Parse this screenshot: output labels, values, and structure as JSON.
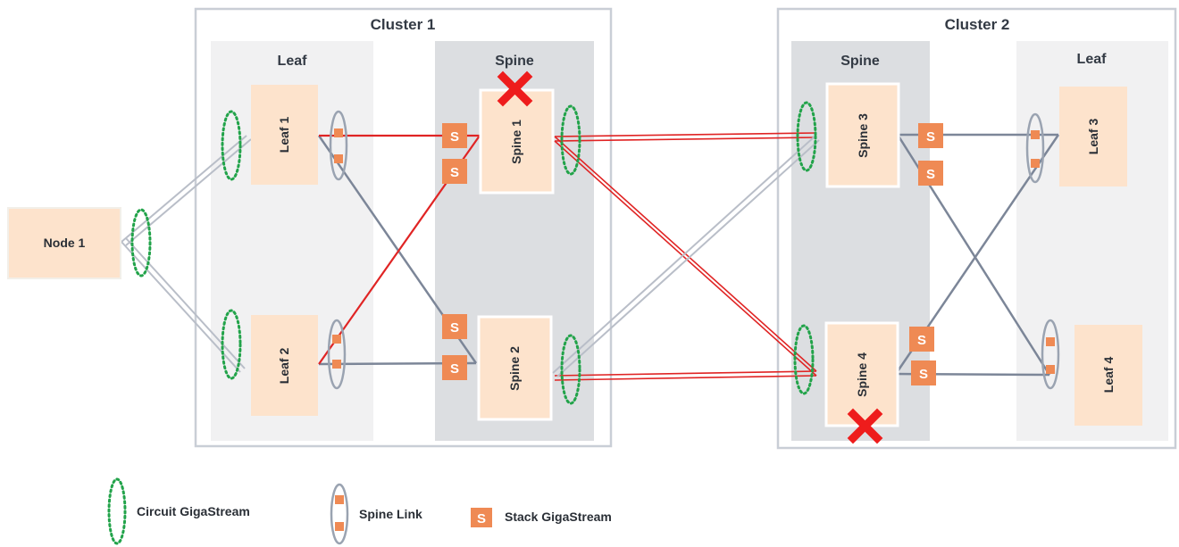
{
  "clusters": {
    "cluster1": {
      "title": "Cluster 1",
      "leaf_lane": "Leaf",
      "spine_lane": "Spine"
    },
    "cluster2": {
      "title": "Cluster 2",
      "leaf_lane": "Leaf",
      "spine_lane": "Spine"
    }
  },
  "nodes": {
    "node1": "Node 1",
    "leaf1": "Leaf 1",
    "leaf2": "Leaf 2",
    "leaf3": "Leaf 3",
    "leaf4": "Leaf 4",
    "spine1": "Spine 1",
    "spine2": "Spine 2",
    "spine3": "Spine 3",
    "spine4": "Spine 4"
  },
  "failed_nodes": [
    "Spine 1",
    "Spine 4"
  ],
  "legend": {
    "circuit": "Circuit GigaStream",
    "spine_link": "Spine Link",
    "stack": "Stack GigaStream"
  },
  "stack_glyph": "S",
  "colors": {
    "node_fill": "#fde3cc",
    "leaf_lane": "#f1f1f2",
    "spine_lane": "#dcdee1",
    "cluster_border": "#c9ced6",
    "spine_link": "#7c8698",
    "red_link": "#e02424",
    "circuit": "#22a34a",
    "stack": "#ef8a54",
    "fail_x": "#ee1c1c",
    "node_link": "#b9bec8"
  }
}
